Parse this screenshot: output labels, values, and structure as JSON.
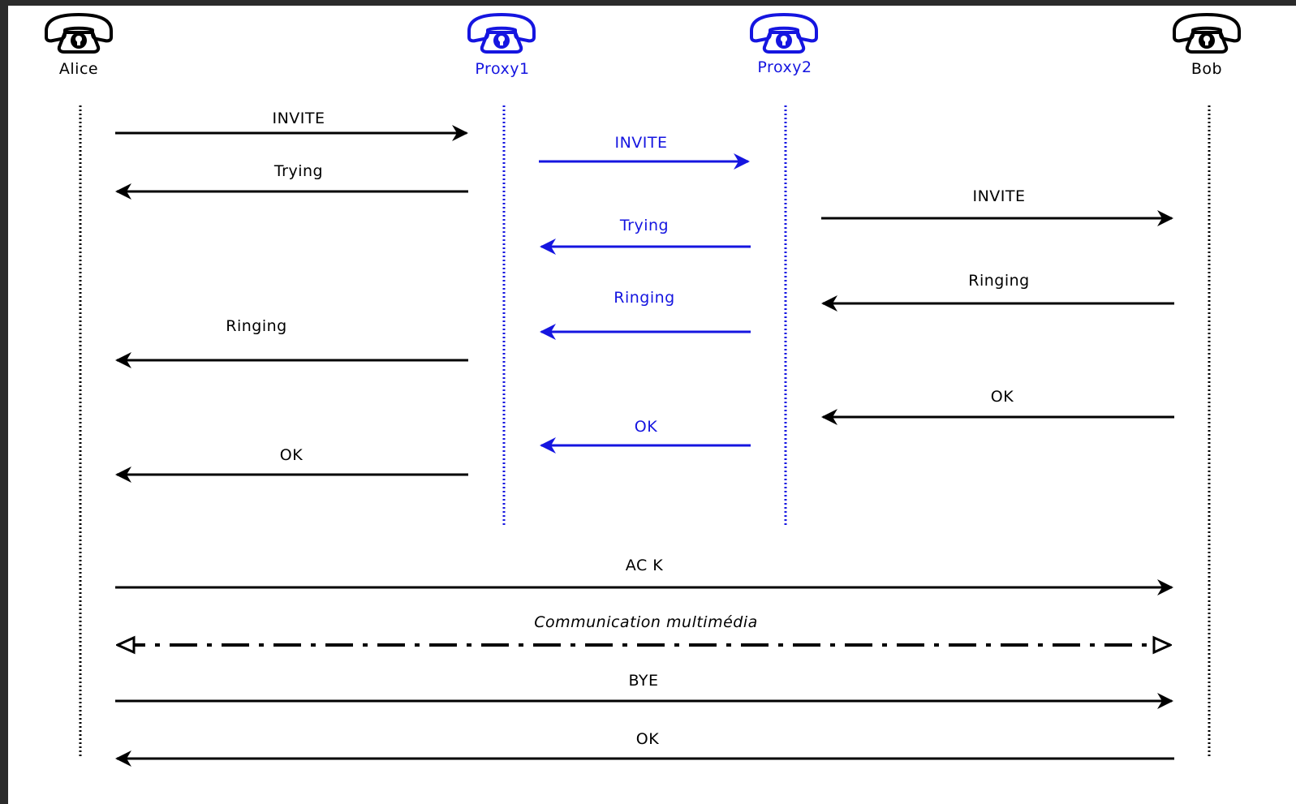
{
  "colors": {
    "black": "#000000",
    "blue": "#1515e0",
    "background": "#ffffff",
    "border": "#2b2b2b"
  },
  "actors": [
    {
      "name": "Alice",
      "icon": "telephone-icon",
      "color": "black"
    },
    {
      "name": "Proxy1",
      "icon": "telephone-icon",
      "color": "blue"
    },
    {
      "name": "Proxy2",
      "icon": "telephone-icon",
      "color": "blue"
    },
    {
      "name": "Bob",
      "icon": "telephone-icon",
      "color": "black"
    }
  ],
  "messages": [
    {
      "label": "INVITE",
      "from": "Alice",
      "to": "Proxy1",
      "color": "black"
    },
    {
      "label": "Trying",
      "from": "Proxy1",
      "to": "Alice",
      "color": "black"
    },
    {
      "label": "INVITE",
      "from": "Proxy1",
      "to": "Proxy2",
      "color": "blue"
    },
    {
      "label": "INVITE",
      "from": "Proxy2",
      "to": "Bob",
      "color": "black"
    },
    {
      "label": "Trying",
      "from": "Proxy2",
      "to": "Proxy1",
      "color": "blue"
    },
    {
      "label": "Ringing",
      "from": "Bob",
      "to": "Proxy2",
      "color": "black"
    },
    {
      "label": "Ringing",
      "from": "Proxy2",
      "to": "Proxy1",
      "color": "blue"
    },
    {
      "label": "Ringing",
      "from": "Proxy1",
      "to": "Alice",
      "color": "black"
    },
    {
      "label": "OK",
      "from": "Bob",
      "to": "Proxy2",
      "color": "black"
    },
    {
      "label": "OK",
      "from": "Proxy2",
      "to": "Proxy1",
      "color": "blue"
    },
    {
      "label": "OK",
      "from": "Proxy1",
      "to": "Alice",
      "color": "black"
    },
    {
      "label": "AC K",
      "from": "Alice",
      "to": "Bob",
      "color": "black"
    },
    {
      "label": "Communication multimédia",
      "from": "Alice",
      "to": "Bob",
      "color": "black",
      "style": "dash-dot",
      "bidirectional": true
    },
    {
      "label": "BYE",
      "from": "Alice",
      "to": "Bob",
      "color": "black"
    },
    {
      "label": "OK",
      "from": "Bob",
      "to": "Alice",
      "color": "black"
    }
  ]
}
